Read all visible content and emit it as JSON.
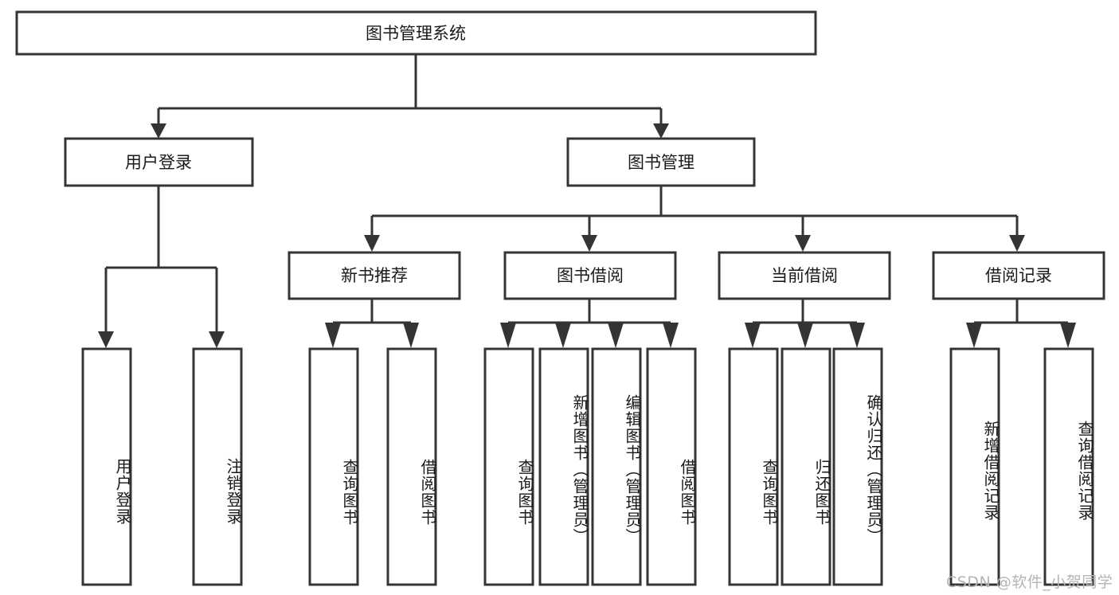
{
  "diagram": {
    "type": "tree-hierarchy-chart",
    "title_node": {
      "label": "图书管理系统"
    },
    "level2": [
      {
        "id": "user-login",
        "label": "用户登录"
      },
      {
        "id": "book-management",
        "label": "图书管理"
      }
    ],
    "level3": [
      {
        "id": "new-book-recommend",
        "label": "新书推荐",
        "parent": "book-management"
      },
      {
        "id": "book-borrow",
        "label": "图书借阅",
        "parent": "book-management"
      },
      {
        "id": "current-borrow",
        "label": "当前借阅",
        "parent": "book-management"
      },
      {
        "id": "borrow-record",
        "label": "借阅记录",
        "parent": "book-management"
      }
    ],
    "leaves": [
      {
        "id": "leaf-user-login",
        "label": "用户登录",
        "parent": "user-login"
      },
      {
        "id": "leaf-logout-login",
        "label": "注销登录",
        "parent": "user-login"
      },
      {
        "id": "leaf-query-book-1",
        "label": "查询图书",
        "parent": "new-book-recommend"
      },
      {
        "id": "leaf-borrow-book-1",
        "label": "借阅图书",
        "parent": "new-book-recommend"
      },
      {
        "id": "leaf-query-book-2",
        "label": "查询图书",
        "parent": "book-borrow"
      },
      {
        "id": "leaf-add-book",
        "label": "新增图书（管理员）",
        "parent": "book-borrow"
      },
      {
        "id": "leaf-edit-book",
        "label": "编辑图书（管理员）",
        "parent": "book-borrow"
      },
      {
        "id": "leaf-borrow-book-2",
        "label": "借阅图书",
        "parent": "book-borrow"
      },
      {
        "id": "leaf-query-book-3",
        "label": "查询图书",
        "parent": "current-borrow"
      },
      {
        "id": "leaf-return-book",
        "label": "归还图书",
        "parent": "current-borrow"
      },
      {
        "id": "leaf-confirm-return",
        "label": "确认归还（管理员）",
        "parent": "current-borrow"
      },
      {
        "id": "leaf-add-record",
        "label": "新增借阅记录",
        "parent": "borrow-record"
      },
      {
        "id": "leaf-query-record",
        "label": "查询借阅记录",
        "parent": "borrow-record"
      }
    ],
    "colors": {
      "box_stroke": "#343434",
      "box_fill": "#ffffff",
      "text": "#1a1a1a",
      "background": "#ffffff",
      "watermark": "#b4b4b4"
    }
  },
  "watermark": {
    "text": "CSDN @软件_小贺同学"
  }
}
